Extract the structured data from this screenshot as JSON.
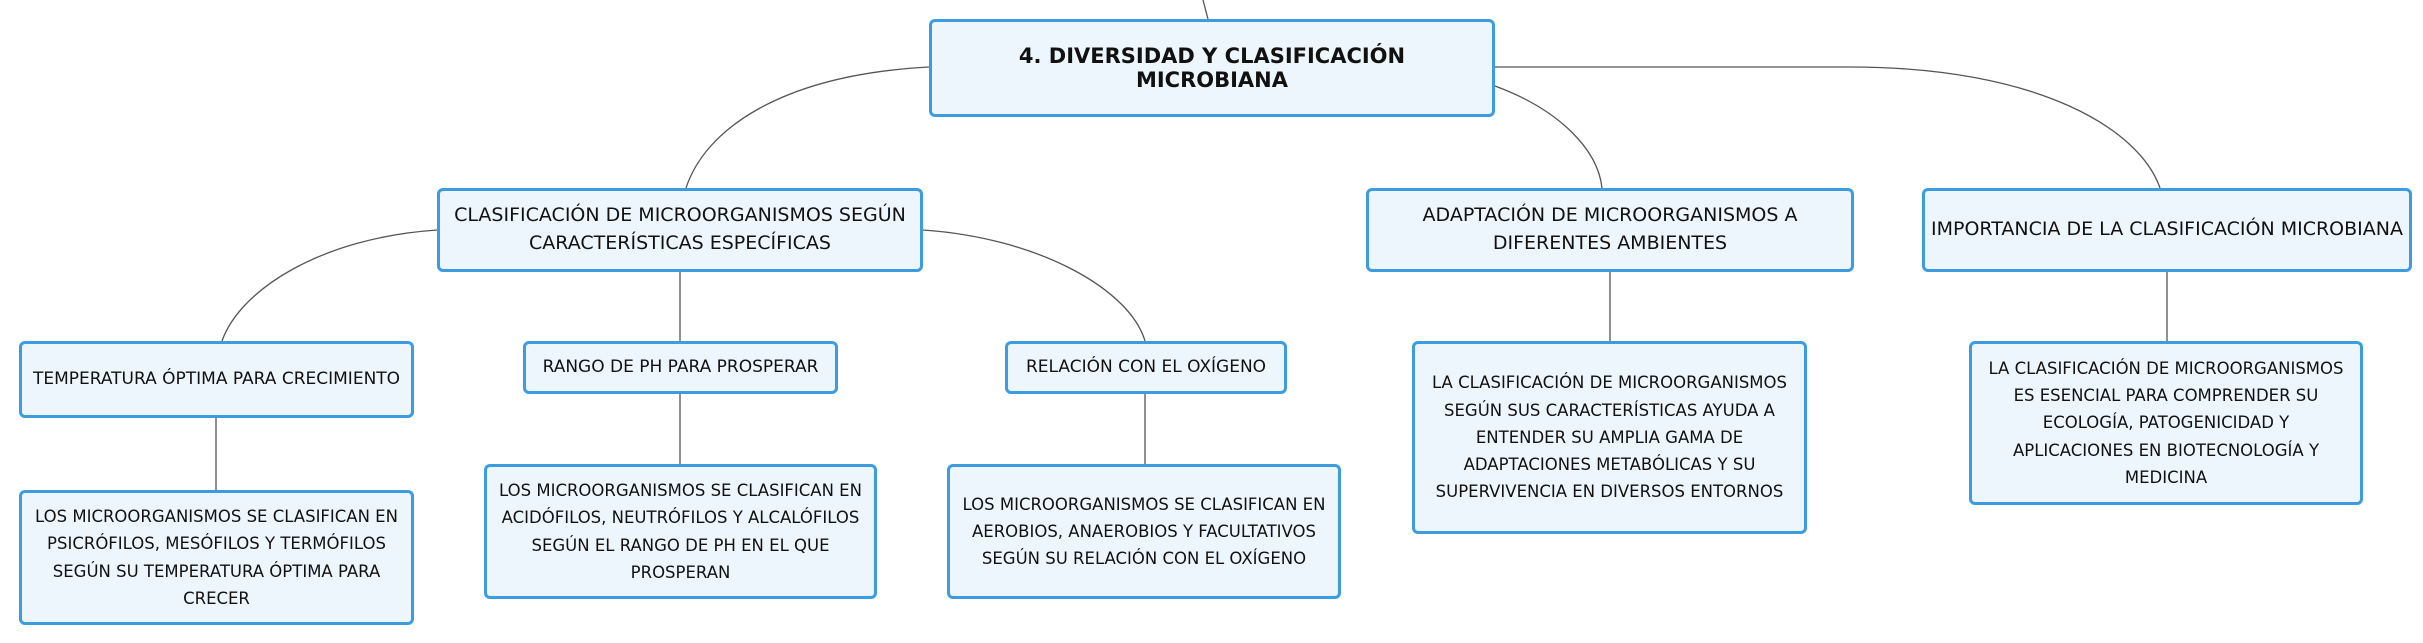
{
  "root": {
    "label": "4. DIVERSIDAD Y CLASIFICACIÓN MICROBIANA"
  },
  "branches": [
    {
      "label": "CLASIFICACIÓN DE MICROORGANISMOS SEGÚN CARACTERÍSTICAS ESPECÍFICAS",
      "children": [
        {
          "label": "TEMPERATURA ÓPTIMA PARA CRECIMIENTO",
          "detail": "LOS MICROORGANISMOS SE CLASIFICAN EN PSICRÓFILOS, MESÓFILOS Y TERMÓFILOS SEGÚN SU TEMPERATURA ÓPTIMA PARA CRECER"
        },
        {
          "label": "RANGO DE PH PARA PROSPERAR",
          "detail": "LOS MICROORGANISMOS SE CLASIFICAN EN ACIDÓFILOS, NEUTRÓFILOS Y ALCALÓFILOS SEGÚN EL RANGO DE PH EN EL QUE PROSPERAN"
        },
        {
          "label": "RELACIÓN CON EL OXÍGENO",
          "detail": "LOS MICROORGANISMOS SE CLASIFICAN EN AEROBIOS, ANAEROBIOS Y FACULTATIVOS SEGÚN SU RELACIÓN CON EL OXÍGENO"
        }
      ]
    },
    {
      "label": "ADAPTACIÓN DE MICROORGANISMOS A DIFERENTES AMBIENTES",
      "detail": "LA CLASIFICACIÓN DE MICROORGANISMOS SEGÚN SUS CARACTERÍSTICAS AYUDA A ENTENDER SU AMPLIA GAMA DE ADAPTACIONES METABÓLICAS Y SU SUPERVIVENCIA EN DIVERSOS ENTORNOS"
    },
    {
      "label": "IMPORTANCIA DE LA CLASIFICACIÓN MICROBIANA",
      "detail": "LA CLASIFICACIÓN DE MICROORGANISMOS ES ESENCIAL PARA COMPRENDER SU ECOLOGÍA, PATOGENICIDAD Y APLICACIONES EN BIOTECNOLOGÍA Y MEDICINA"
    }
  ],
  "colors": {
    "node_fill": "#eef6fd",
    "node_border": "#3d9be0",
    "connector": "#555555"
  }
}
